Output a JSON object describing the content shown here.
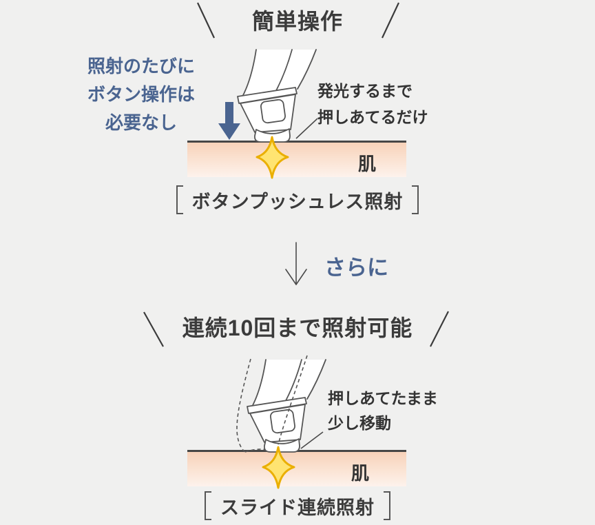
{
  "colors": {
    "background": "#f0f0ef",
    "accent_blue": "#4a6490",
    "text_dark": "#3b3b3b",
    "skin_gradient_top": "#f7d2b9",
    "skin_gradient_bottom": "#fdf2ec",
    "skin_border": "#464646",
    "sparkle_fill": "#ffe471",
    "sparkle_stroke": "#eaaf00"
  },
  "section_easy_operation": {
    "title": "簡単操作",
    "note_lines": [
      "照射のたびに",
      "ボタン操作は",
      "必要なし"
    ],
    "callout_lines": [
      "発光するまで",
      "押しあてるだけ"
    ],
    "skin_label": "肌",
    "caption": "ボタンプッシュレス照射"
  },
  "divider": {
    "label": "さらに"
  },
  "section_continuous": {
    "title": "連続10回まで照射可能",
    "callout_lines": [
      "押しあてたまま",
      "少し移動"
    ],
    "skin_label": "肌",
    "caption": "スライド連続照射"
  }
}
